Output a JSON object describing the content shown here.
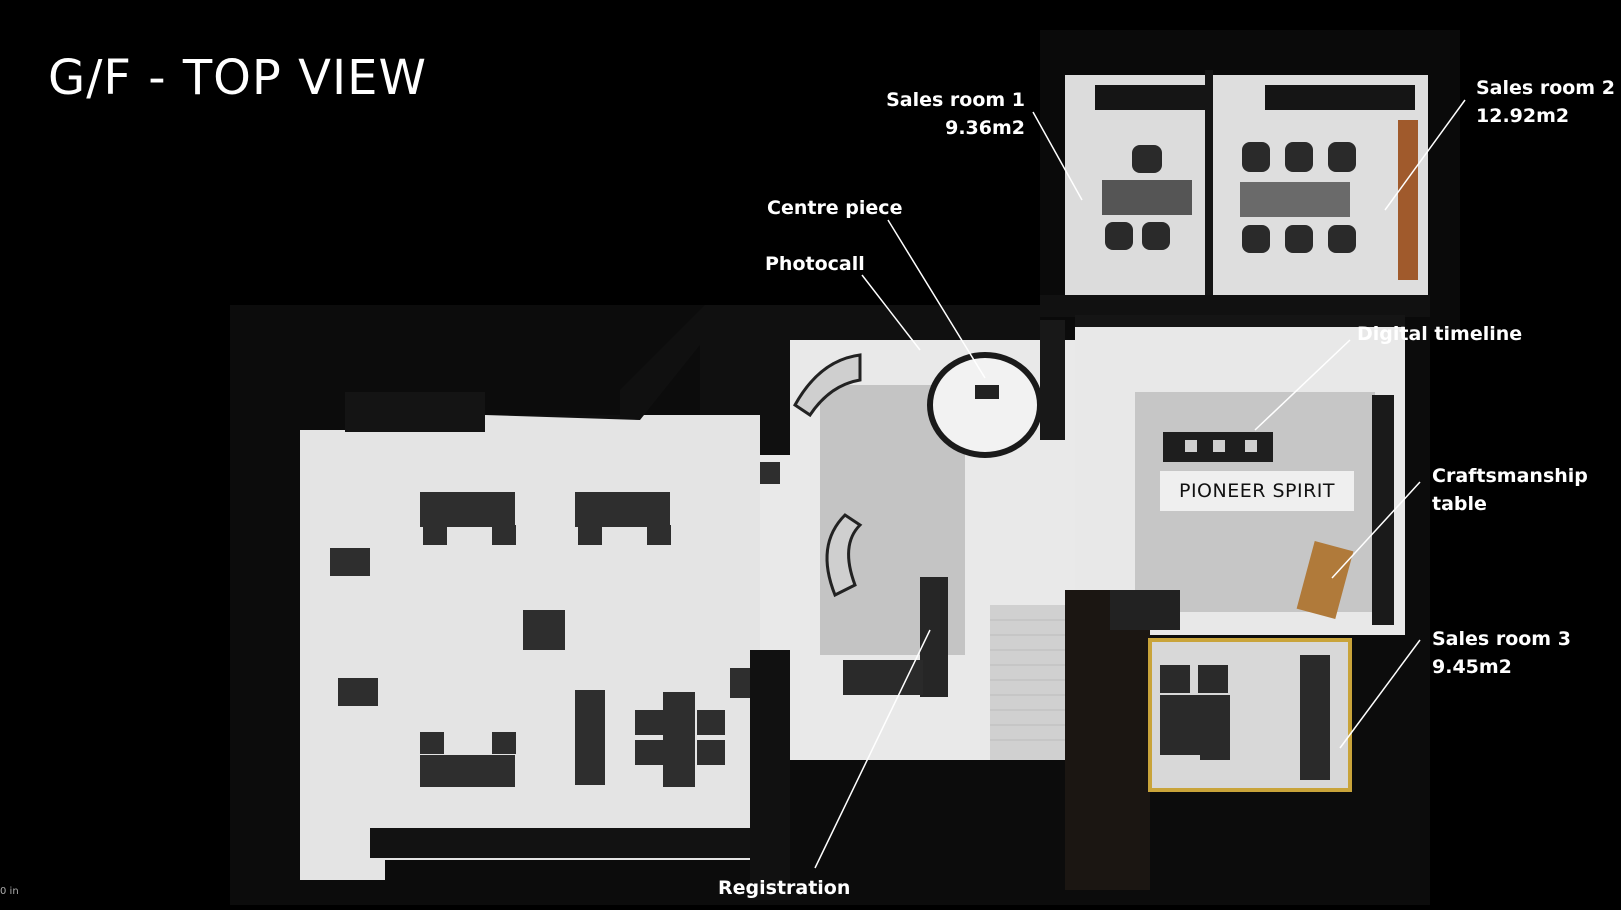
{
  "title": "G/F - TOP VIEW",
  "corner_text": "0 in",
  "sign": "PIONEER SPIRIT",
  "labels": {
    "sales_room_1": {
      "name": "Sales room 1",
      "area": "9.36m2"
    },
    "sales_room_2": {
      "name": "Sales room 2",
      "area": "12.92m2"
    },
    "sales_room_3": {
      "name": "Sales room 3",
      "area": "9.45m2"
    },
    "centre_piece": "Centre piece",
    "photocall": "Photocall",
    "digital_timeline": "Digital timeline",
    "craftsmanship": {
      "line1": "Craftsmanship",
      "line2": "table"
    },
    "registration": "Registration"
  },
  "colors": {
    "background": "#000000",
    "floor": "#e2e2e2",
    "carpet": "#c4c4c4",
    "wall": "#111111",
    "furniture": "#2e2e2e",
    "accent_wood": "#b07a3a",
    "label": "#ffffff"
  }
}
